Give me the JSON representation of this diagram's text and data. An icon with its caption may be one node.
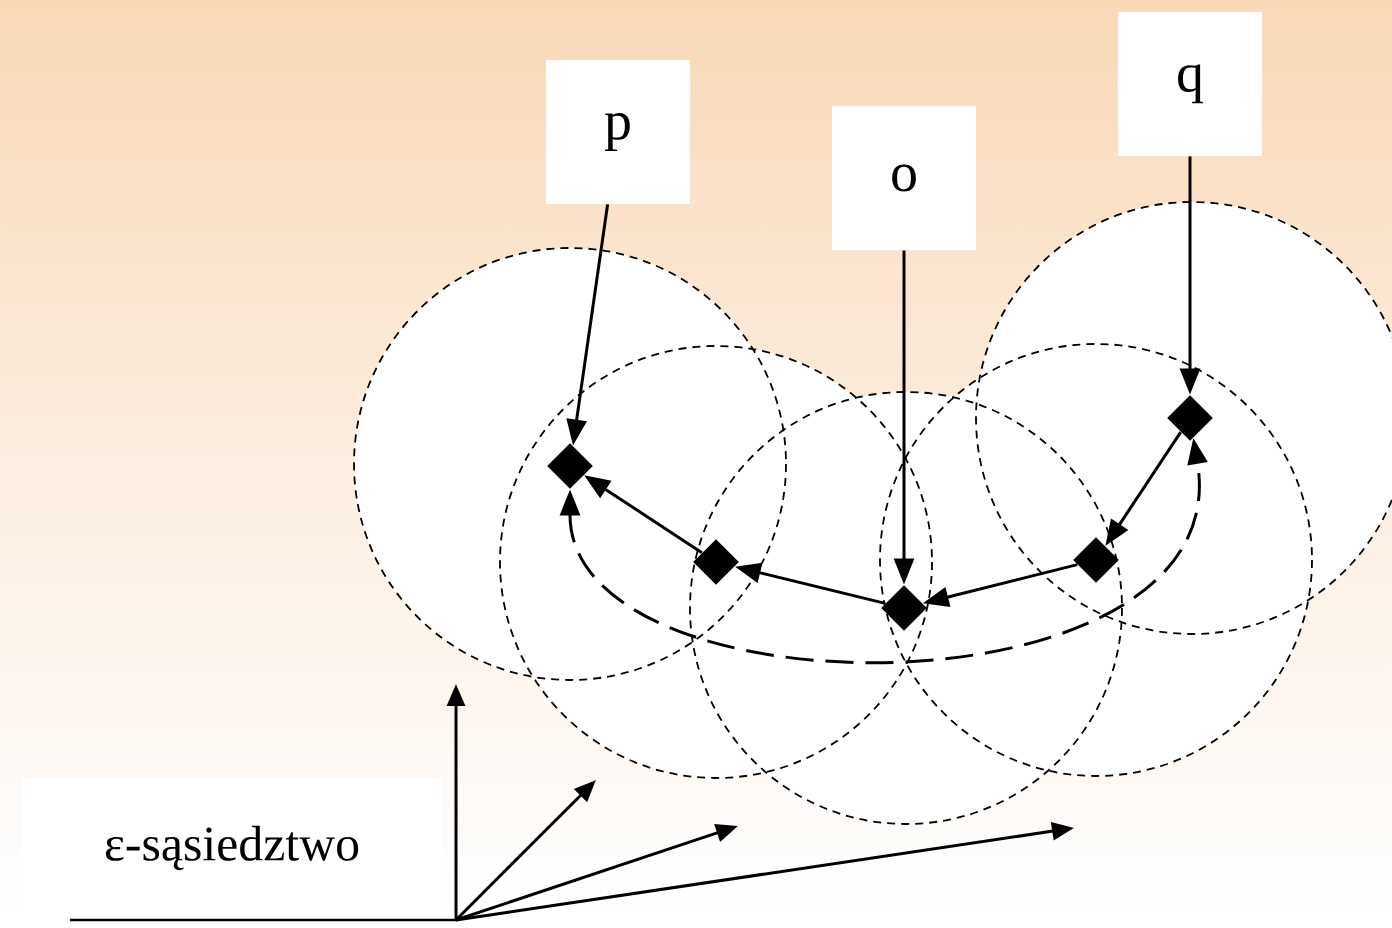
{
  "diagram": {
    "nodes": [
      {
        "text": [
          "p"
        ]
      },
      {
        "text": [
          "o"
        ]
      },
      {
        "text": [
          "q"
        ]
      },
      {
        "text": [],
        "shape": "diamond"
      },
      {
        "text": [],
        "shape": "diamond"
      },
      {
        "text": [],
        "shape": "diamond"
      },
      {
        "text": [],
        "shape": "diamond"
      },
      {
        "text": [],
        "shape": "diamond"
      }
    ],
    "edges": [
      {
        "from": 0,
        "to": 3,
        "arrow": "to"
      },
      {
        "from": 1,
        "to": 5,
        "arrow": "to"
      },
      {
        "from": 2,
        "to": 7,
        "arrow": "to"
      },
      {
        "from": 5,
        "to": 4,
        "arrow": "to"
      },
      {
        "from": 4,
        "to": 3,
        "arrow": "to"
      },
      {
        "from": 6,
        "to": 5,
        "arrow": "to"
      },
      {
        "from": 7,
        "to": 6,
        "arrow": "to"
      },
      {
        "from": 3,
        "to": 7,
        "arrow": "both",
        "style": "dashed"
      }
    ],
    "labels": [
      "ε-sąsiedztwo"
    ]
  }
}
